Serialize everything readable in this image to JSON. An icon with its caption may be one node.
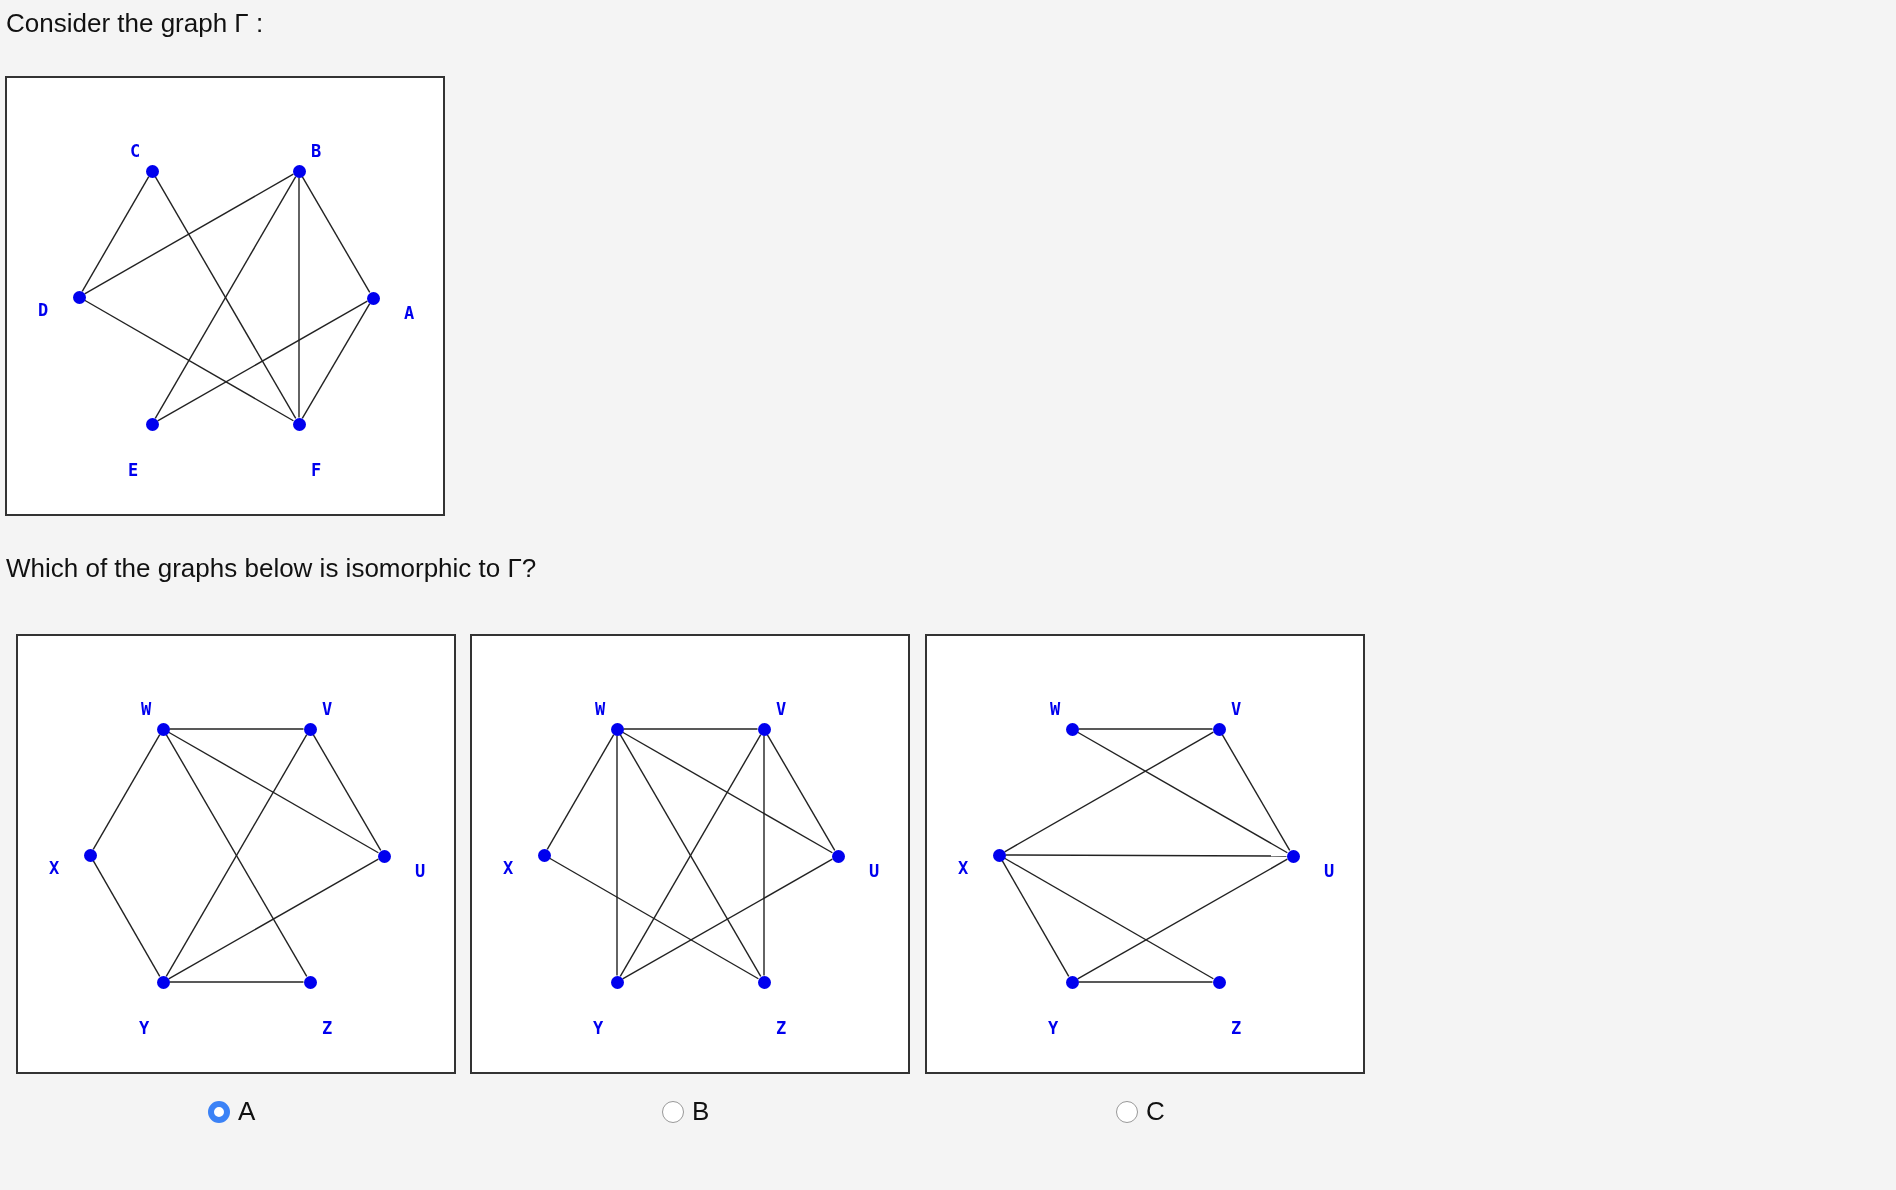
{
  "diagram": {
    "nodes": [
      {
        "text": [],
        "shape": "box"
      },
      {
        "text": [
          "C"
        ],
        "in": 0
      },
      {
        "text": [
          "B"
        ],
        "in": 0
      },
      {
        "text": [
          "D"
        ],
        "in": 0
      },
      {
        "text": [
          "A"
        ],
        "in": 0
      },
      {
        "text": [
          "E"
        ],
        "in": 0
      },
      {
        "text": [
          "F"
        ],
        "in": 0
      },
      {
        "text": [],
        "shape": "box"
      },
      {
        "text": [
          "W"
        ],
        "in": 7
      },
      {
        "text": [
          "V"
        ],
        "in": 7
      },
      {
        "text": [
          "X"
        ],
        "in": 7
      },
      {
        "text": [
          "U"
        ],
        "in": 7
      },
      {
        "text": [
          "Y"
        ],
        "in": 7
      },
      {
        "text": [
          "Z"
        ],
        "in": 7
      },
      {
        "text": [],
        "shape": "box"
      },
      {
        "text": [
          "W"
        ],
        "in": 14
      },
      {
        "text": [
          "V"
        ],
        "in": 14
      },
      {
        "text": [
          "X"
        ],
        "in": 14
      },
      {
        "text": [
          "U"
        ],
        "in": 14
      },
      {
        "text": [
          "Y"
        ],
        "in": 14
      },
      {
        "text": [
          "Z"
        ],
        "in": 14
      },
      {
        "text": [],
        "shape": "box"
      },
      {
        "text": [
          "W"
        ],
        "in": 21
      },
      {
        "text": [
          "V"
        ],
        "in": 21
      },
      {
        "text": [
          "X"
        ],
        "in": 21
      },
      {
        "text": [
          "U"
        ],
        "in": 21
      },
      {
        "text": [
          "Y"
        ],
        "in": 21
      },
      {
        "text": [
          "Z"
        ],
        "in": 21
      }
    ],
    "edges": [
      {
        "from": 1,
        "to": 3,
        "arrow": "none"
      },
      {
        "from": 1,
        "to": 6,
        "arrow": "none"
      },
      {
        "from": 2,
        "to": 3,
        "arrow": "none"
      },
      {
        "from": 2,
        "to": 5,
        "arrow": "none"
      },
      {
        "from": 2,
        "to": 6,
        "arrow": "none"
      },
      {
        "from": 2,
        "to": 4,
        "arrow": "none"
      },
      {
        "from": 3,
        "to": 6,
        "arrow": "none"
      },
      {
        "from": 4,
        "to": 5,
        "arrow": "none"
      },
      {
        "from": 4,
        "to": 6,
        "arrow": "none"
      },
      {
        "from": 8,
        "to": 9,
        "arrow": "none"
      },
      {
        "from": 8,
        "to": 10,
        "arrow": "none"
      },
      {
        "from": 8,
        "to": 11,
        "arrow": "none"
      },
      {
        "from": 8,
        "to": 13,
        "arrow": "none"
      },
      {
        "from": 9,
        "to": 12,
        "arrow": "none"
      },
      {
        "from": 9,
        "to": 11,
        "arrow": "none"
      },
      {
        "from": 10,
        "to": 12,
        "arrow": "none"
      },
      {
        "from": 11,
        "to": 12,
        "arrow": "none"
      },
      {
        "from": 12,
        "to": 13,
        "arrow": "none"
      },
      {
        "from": 15,
        "to": 16,
        "arrow": "none"
      },
      {
        "from": 15,
        "to": 17,
        "arrow": "none"
      },
      {
        "from": 15,
        "to": 19,
        "arrow": "none"
      },
      {
        "from": 15,
        "to": 20,
        "arrow": "none"
      },
      {
        "from": 15,
        "to": 18,
        "arrow": "none"
      },
      {
        "from": 16,
        "to": 19,
        "arrow": "none"
      },
      {
        "from": 16,
        "to": 20,
        "arrow": "none"
      },
      {
        "from": 16,
        "to": 18,
        "arrow": "none"
      },
      {
        "from": 17,
        "to": 20,
        "arrow": "none"
      },
      {
        "from": 18,
        "to": 19,
        "arrow": "none"
      },
      {
        "from": 22,
        "to": 23,
        "arrow": "none"
      },
      {
        "from": 22,
        "to": 25,
        "arrow": "none"
      },
      {
        "from": 23,
        "to": 24,
        "arrow": "none"
      },
      {
        "from": 23,
        "to": 25,
        "arrow": "none"
      },
      {
        "from": 24,
        "to": 25,
        "arrow": "none"
      },
      {
        "from": 24,
        "to": 26,
        "arrow": "none"
      },
      {
        "from": 24,
        "to": 27,
        "arrow": "none"
      },
      {
        "from": 25,
        "to": 26,
        "arrow": "none"
      },
      {
        "from": 26,
        "to": 27,
        "arrow": "none"
      }
    ],
    "labels": [
      "Consider the graph Γ :",
      "Which of the graphs below is isomorphic to Γ?",
      "A",
      "B",
      "C"
    ]
  }
}
